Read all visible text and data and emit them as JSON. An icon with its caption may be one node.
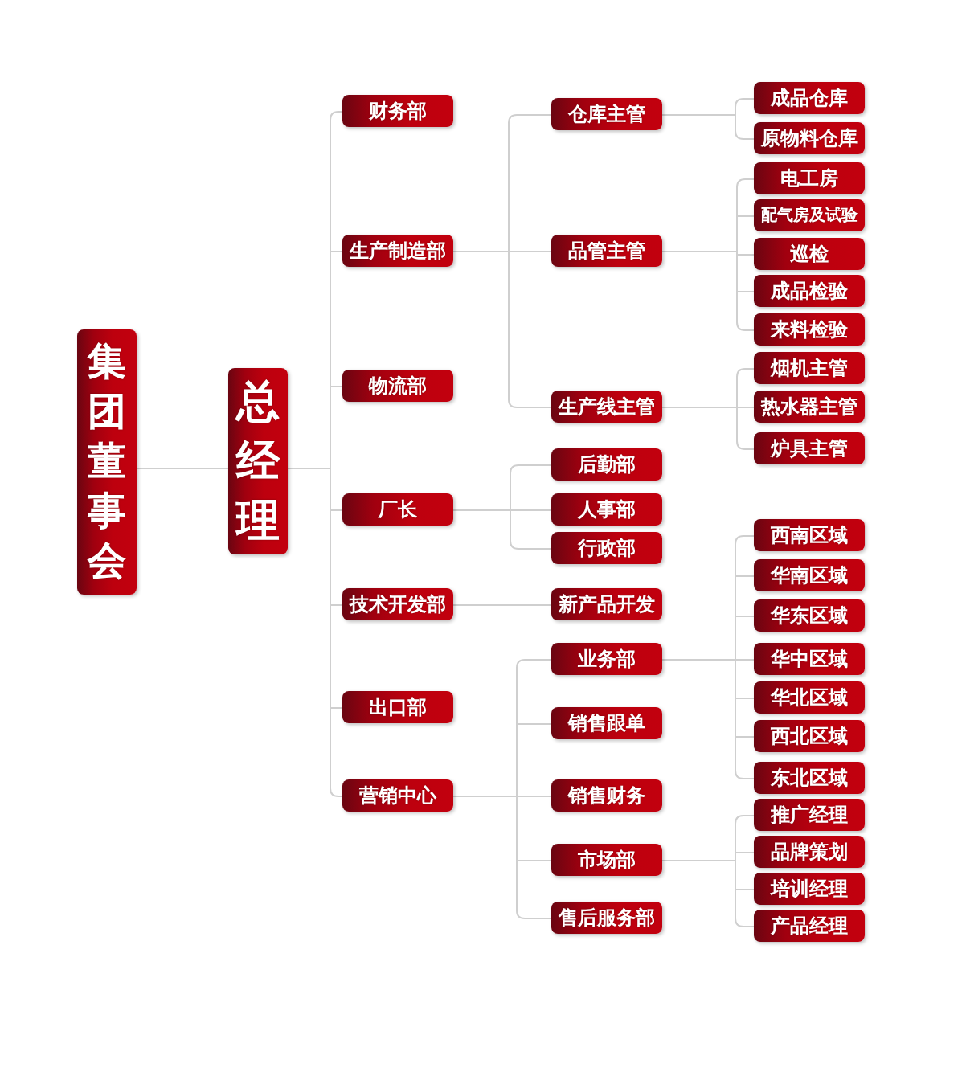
{
  "diagram": {
    "nodes": [
      {
        "text": [
          "集团董事会"
        ]
      },
      {
        "text": [
          "总经理"
        ]
      },
      {
        "text": [
          "财务部"
        ]
      },
      {
        "text": [
          "生产制造部"
        ]
      },
      {
        "text": [
          "物流部"
        ]
      },
      {
        "text": [
          "厂长"
        ]
      },
      {
        "text": [
          "技术开发部"
        ]
      },
      {
        "text": [
          "出口部"
        ]
      },
      {
        "text": [
          "营销中心"
        ]
      },
      {
        "text": [
          "仓库主管"
        ]
      },
      {
        "text": [
          "品管主管"
        ]
      },
      {
        "text": [
          "生产线主管"
        ]
      },
      {
        "text": [
          "后勤部"
        ]
      },
      {
        "text": [
          "人事部"
        ]
      },
      {
        "text": [
          "行政部"
        ]
      },
      {
        "text": [
          "新产品开发"
        ]
      },
      {
        "text": [
          "业务部"
        ]
      },
      {
        "text": [
          "销售跟单"
        ]
      },
      {
        "text": [
          "销售财务"
        ]
      },
      {
        "text": [
          "市场部"
        ]
      },
      {
        "text": [
          "售后服务部"
        ]
      },
      {
        "text": [
          "成品仓库"
        ]
      },
      {
        "text": [
          "原物料仓库"
        ]
      },
      {
        "text": [
          "电工房"
        ]
      },
      {
        "text": [
          "配气房及试验"
        ]
      },
      {
        "text": [
          "巡检"
        ]
      },
      {
        "text": [
          "成品检验"
        ]
      },
      {
        "text": [
          "来料检验"
        ]
      },
      {
        "text": [
          "烟机主管"
        ]
      },
      {
        "text": [
          "热水器主管"
        ]
      },
      {
        "text": [
          "炉具主管"
        ]
      },
      {
        "text": [
          "西南区域"
        ]
      },
      {
        "text": [
          "华南区域"
        ]
      },
      {
        "text": [
          "华东区域"
        ]
      },
      {
        "text": [
          "华中区域"
        ]
      },
      {
        "text": [
          "华北区域"
        ]
      },
      {
        "text": [
          "西北区域"
        ]
      },
      {
        "text": [
          "东北区域"
        ]
      },
      {
        "text": [
          "推广经理"
        ]
      },
      {
        "text": [
          "品牌策划"
        ]
      },
      {
        "text": [
          "培训经理"
        ]
      },
      {
        "text": [
          "产品经理"
        ]
      }
    ],
    "edges": [
      {
        "from": 0,
        "to": 1,
        "arrow": "none"
      },
      {
        "from": 1,
        "to": 2,
        "arrow": "none"
      },
      {
        "from": 1,
        "to": 3,
        "arrow": "none"
      },
      {
        "from": 1,
        "to": 4,
        "arrow": "none"
      },
      {
        "from": 1,
        "to": 5,
        "arrow": "none"
      },
      {
        "from": 1,
        "to": 6,
        "arrow": "none"
      },
      {
        "from": 1,
        "to": 7,
        "arrow": "none"
      },
      {
        "from": 1,
        "to": 8,
        "arrow": "none"
      },
      {
        "from": 3,
        "to": 9,
        "arrow": "none"
      },
      {
        "from": 3,
        "to": 10,
        "arrow": "none"
      },
      {
        "from": 3,
        "to": 11,
        "arrow": "none"
      },
      {
        "from": 5,
        "to": 12,
        "arrow": "none"
      },
      {
        "from": 5,
        "to": 13,
        "arrow": "none"
      },
      {
        "from": 5,
        "to": 14,
        "arrow": "none"
      },
      {
        "from": 6,
        "to": 15,
        "arrow": "none"
      },
      {
        "from": 8,
        "to": 16,
        "arrow": "none"
      },
      {
        "from": 8,
        "to": 17,
        "arrow": "none"
      },
      {
        "from": 8,
        "to": 18,
        "arrow": "none"
      },
      {
        "from": 8,
        "to": 19,
        "arrow": "none"
      },
      {
        "from": 8,
        "to": 20,
        "arrow": "none"
      },
      {
        "from": 9,
        "to": 21,
        "arrow": "none"
      },
      {
        "from": 9,
        "to": 22,
        "arrow": "none"
      },
      {
        "from": 10,
        "to": 23,
        "arrow": "none"
      },
      {
        "from": 10,
        "to": 24,
        "arrow": "none"
      },
      {
        "from": 10,
        "to": 25,
        "arrow": "none"
      },
      {
        "from": 10,
        "to": 26,
        "arrow": "none"
      },
      {
        "from": 10,
        "to": 27,
        "arrow": "none"
      },
      {
        "from": 11,
        "to": 28,
        "arrow": "none"
      },
      {
        "from": 11,
        "to": 29,
        "arrow": "none"
      },
      {
        "from": 11,
        "to": 30,
        "arrow": "none"
      },
      {
        "from": 16,
        "to": 31,
        "arrow": "none"
      },
      {
        "from": 16,
        "to": 32,
        "arrow": "none"
      },
      {
        "from": 16,
        "to": 33,
        "arrow": "none"
      },
      {
        "from": 16,
        "to": 34,
        "arrow": "none"
      },
      {
        "from": 16,
        "to": 35,
        "arrow": "none"
      },
      {
        "from": 16,
        "to": 36,
        "arrow": "none"
      },
      {
        "from": 16,
        "to": 37,
        "arrow": "none"
      },
      {
        "from": 19,
        "to": 38,
        "arrow": "none"
      },
      {
        "from": 19,
        "to": 39,
        "arrow": "none"
      },
      {
        "from": 19,
        "to": 40,
        "arrow": "none"
      },
      {
        "from": 19,
        "to": 41,
        "arrow": "none"
      }
    ]
  }
}
